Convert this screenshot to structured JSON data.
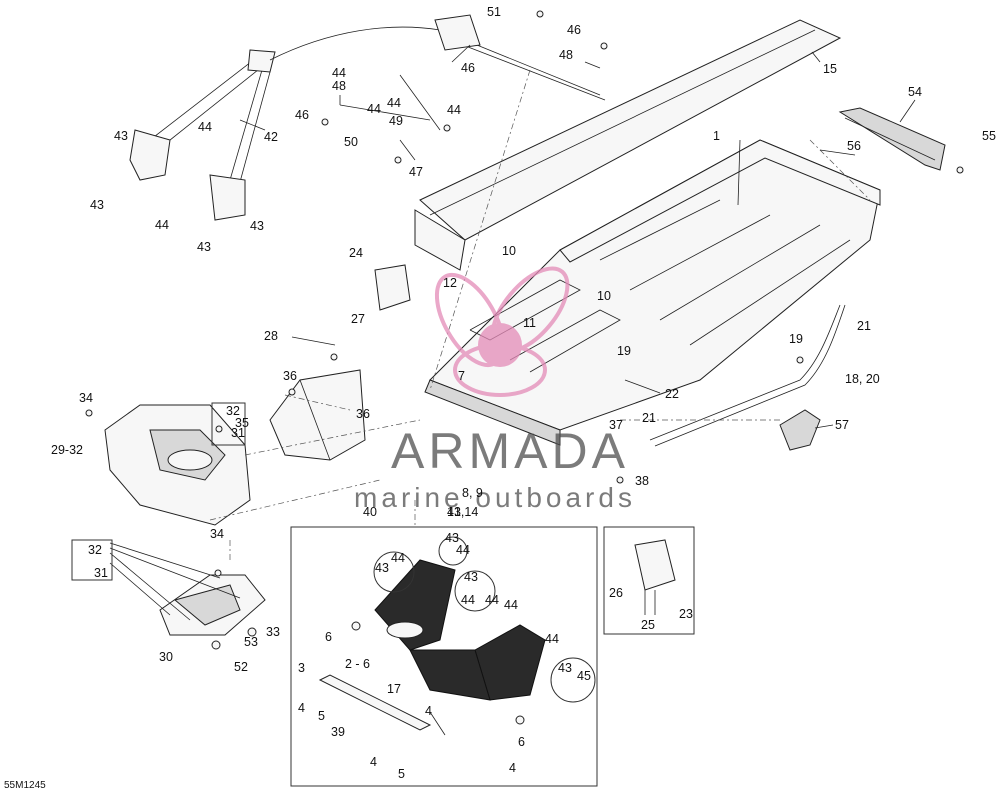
{
  "diagram": {
    "drawing_code": "55M1245",
    "callouts": [
      "1",
      "3",
      "4",
      "4",
      "4",
      "4",
      "5",
      "5",
      "6",
      "6",
      "7",
      "8, 9",
      "10",
      "10",
      "11",
      "12",
      "13,14",
      "15",
      "17",
      "18, 20",
      "19",
      "19",
      "21",
      "21",
      "22",
      "23",
      "24",
      "25",
      "26",
      "27",
      "28",
      "29-32",
      "30",
      "31",
      "31",
      "32",
      "32",
      "33",
      "34",
      "34",
      "35",
      "36",
      "36",
      "37",
      "38",
      "39",
      "40",
      "41",
      "42",
      "43",
      "43",
      "43",
      "43",
      "43",
      "43",
      "43",
      "43",
      "44",
      "44",
      "44",
      "44",
      "44",
      "44",
      "44",
      "44",
      "44",
      "44",
      "44",
      "44",
      "45",
      "46",
      "46",
      "46",
      "47",
      "48",
      "48",
      "49",
      "50",
      "51",
      "52",
      "53",
      "54",
      "55",
      "56",
      "57",
      "2 - 6"
    ]
  },
  "watermark": {
    "brand": "ARMADA",
    "tagline": "marine outboards",
    "accent_color": "#e48bb8"
  }
}
